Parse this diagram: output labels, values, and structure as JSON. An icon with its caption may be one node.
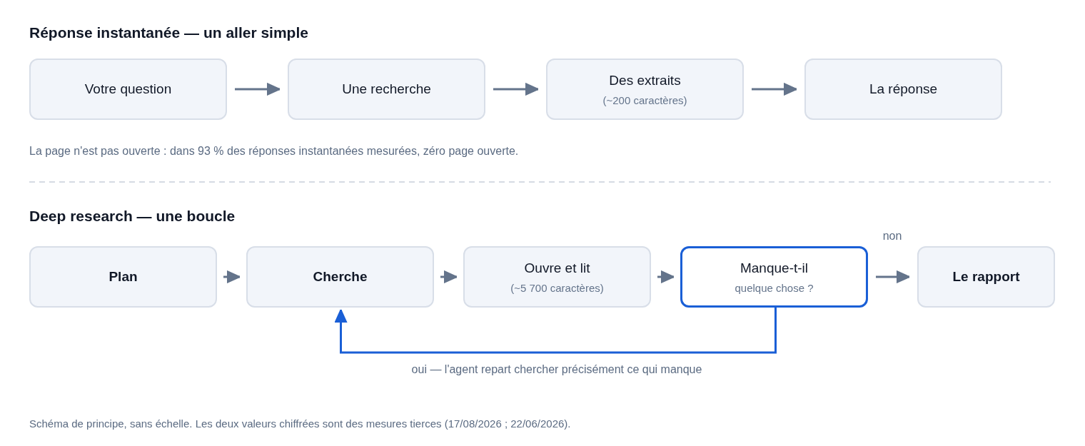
{
  "diagram": {
    "caption": "Schéma de principe, sans échelle. Les deux valeurs chiffrées sont des mesures tierces (17/08/2026 ; 22/06/2026).",
    "nodes": [
      {
        "text": [
          "Votre question"
        ]
      },
      {
        "text": [
          "Une recherche"
        ]
      },
      {
        "text": [
          "Des extraits",
          "(~200 caractères)"
        ]
      },
      {
        "text": [
          "La réponse"
        ]
      },
      {
        "text": [
          "Plan"
        ]
      },
      {
        "text": [
          "Cherche"
        ]
      },
      {
        "text": [
          "Ouvre et lit",
          "(~5 700 caractères)"
        ]
      },
      {
        "text": [
          "Manque-t-il",
          "quelque chose ?"
        ]
      },
      {
        "text": [
          "Le rapport"
        ]
      }
    ],
    "edges": [
      {
        "from": 0,
        "to": 1,
        "arrow": "to"
      },
      {
        "from": 1,
        "to": 2,
        "arrow": "to"
      },
      {
        "from": 2,
        "to": 3,
        "arrow": "to"
      },
      {
        "from": 4,
        "to": 5,
        "arrow": "to"
      },
      {
        "from": 5,
        "to": 6,
        "arrow": "to"
      },
      {
        "from": 6,
        "to": 7,
        "arrow": "to"
      },
      {
        "from": 7,
        "to": 8,
        "arrow": "to",
        "label": "non"
      },
      {
        "from": 7,
        "to": 5,
        "arrow": "to",
        "label": "oui — l'agent repart chercher précisément ce qui manque",
        "color": "#1a5fd6"
      }
    ],
    "labels": [
      "Réponse instantanée — un aller simple",
      "La page n'est pas ouverte : dans 93 % des réponses instantanées mesurées, zéro page ouverte.",
      "Deep research — une boucle"
    ]
  }
}
